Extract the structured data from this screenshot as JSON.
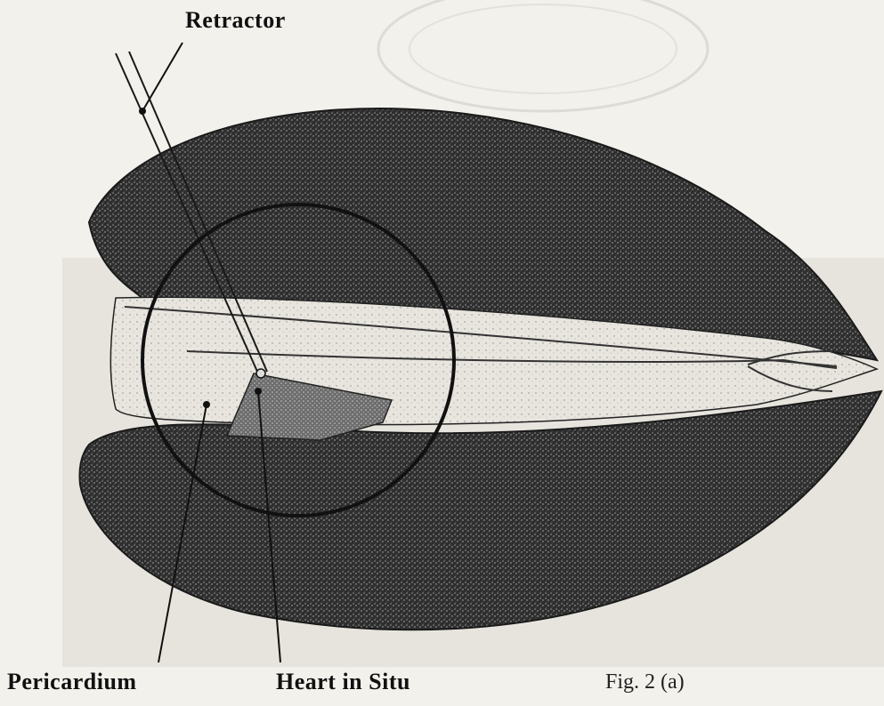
{
  "labels": {
    "retractor": "Retractor",
    "pericardium": "Pericardium",
    "heart": "Heart in Situ"
  },
  "caption": "Fig. 2 (a)",
  "colors": {
    "paper": "#f3f1ec",
    "ink": "#141414",
    "shell_fill": "#2b2b2b",
    "body_fill": "#e6e3dc",
    "shade": "#cfcac0"
  }
}
